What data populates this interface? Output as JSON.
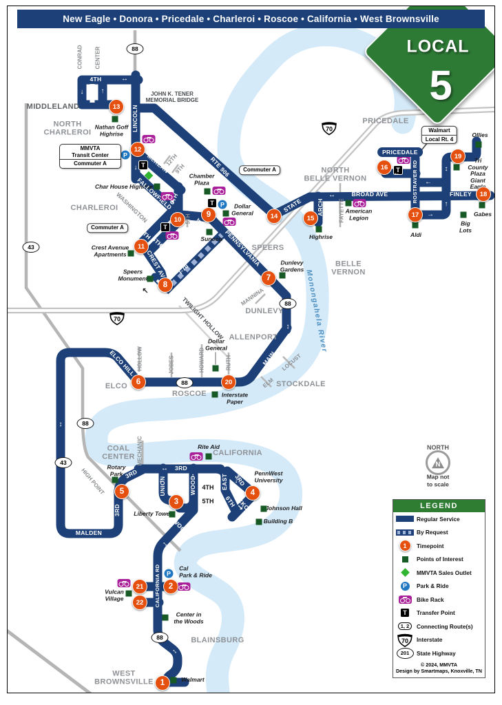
{
  "header": {
    "title": "New Eagle • Donora • Pricedale • Charleroi • Roscoe • California • West Brownsville"
  },
  "badge": {
    "top": "LOCAL",
    "number": "5"
  },
  "north": {
    "label": "NORTH",
    "letter": "N",
    "note": "Map not\nto scale"
  },
  "river": {
    "name": "Monongahela River"
  },
  "bridge": {
    "name": "JOHN K. TENER\nMEMORIAL BRIDGE"
  },
  "areas": {
    "middleland": "MIDDLELAND",
    "north_charleroi": "NORTH\nCHARLEROI",
    "charleroi": "CHARLEROI",
    "pricedale": "PRICEDALE",
    "north_belle_vernon": "NORTH\nBELLE VERNON",
    "belle_vernon": "BELLE\nVERNON",
    "speers": "SPEERS",
    "dunlevy": "DUNLEVY",
    "allenport": "ALLENPORT",
    "stockdale": "STOCKDALE",
    "roscoe": "ROSCOE",
    "elco": "ELCO",
    "coal_center": "COAL\nCENTER",
    "california": "CALIFORNIA",
    "blainsburg": "BLAINSBURG",
    "west_brownsville": "WEST\nBROWNSVILLE"
  },
  "streets": {
    "fourth_loop": "4TH",
    "conrad": "CONRAD",
    "center": "CENTER",
    "lincoln": "LINCOLN",
    "mckean": "McKEAN",
    "twelfth": "12TH",
    "ninth": "9TH",
    "rte906": "RTE 906",
    "fallowfield": "FALLOWFIELD",
    "sixth_a": "6TH",
    "washington": "WASHINGTON",
    "fifth_tick": "5TH",
    "first": "1ST",
    "sixth_b": "6TH",
    "fifth_b": "5TH",
    "crest": "CREST AV",
    "i70": "I-70",
    "pennsylvania": "PENNSYLVANIA",
    "twilight": "TWILIGHT HOLLOW",
    "state": "STATE",
    "arch": "ARCH",
    "fayette": "FAYETTE",
    "broad": "BROAD AVE",
    "rostraver": "ROSTRAVER RD",
    "finley": "FINLEY",
    "mannina": "MANNINA",
    "main": "MAIN",
    "locust": "LOCUST",
    "elm": "ELM",
    "elco_hill": "ELCO HILL",
    "hollow": "HOLLOW",
    "jobes": "JOBES",
    "howard": "HOWARD",
    "ruth": "RUTH",
    "high_point": "HIGH POINT",
    "mechanic": "MECHANIC",
    "third_v": "3RD",
    "third_diag": "3RD",
    "third_h": "3RD",
    "union": "UNION",
    "wood_v": "WOOD",
    "fourth_b": "4TH",
    "fifth_c": "5TH",
    "east": "EAST",
    "third_r": "3RD",
    "sixth_c": "6TH",
    "hickory": "HICKORY",
    "wood_diag": "WOOD",
    "malden": "MALDEN",
    "california_rd": "CALIFORNIA RD"
  },
  "pois": {
    "nathan_goff": "Nathan Goff\nHighrise",
    "char_house": "Char House Highrise",
    "chamber_plaza": "Chamber\nPlaza",
    "dollar_general_1": "Dollar\nGeneral",
    "sunoco": "Sunoco",
    "crest_ave_apts": "Crest Avenue\nApartments",
    "speers_monument": "Speers\nMonument",
    "dunlevy_gardens": "Dunlevy\nGardens",
    "american_legion": "American\nLegion",
    "highrise": "Highrise",
    "aldi": "Aldi",
    "big_lots": "Big\nLots",
    "gabes": "Gabes",
    "tri_county": "Tri County\nPlaza\nGiant Eagle",
    "ollies": "Ollies",
    "dollar_general_2": "Dollar\nGeneral",
    "interstate_paper": "Interstate\nPaper",
    "rite_aid": "Rite Aid",
    "pennwest": "PennWest\nUniversity",
    "johnson_hall": "Johnson Hall",
    "building_b": "Building B",
    "liberty_tower": "Liberty Tower",
    "rotary_park": "Rotary\nPark",
    "vulcan_village": "Vulcan\nVillage",
    "center_woods": "Center in\nthe Woods",
    "cal_park_ride": "Cal\nPark & Ride",
    "walmart": "Walmart"
  },
  "boxes": {
    "transit_l1": "MMVTA",
    "transit_l2": "Transit Center",
    "commuter": "Commuter A",
    "walmart_l1": "Walmart",
    "walmart_l2": "Local Rt. 4",
    "pricedale_plate": "PRICEDALE"
  },
  "shields": {
    "s88": "88",
    "s43": "43",
    "i70": "70",
    "s201": "201"
  },
  "icons": {
    "p": "P",
    "t": "T"
  },
  "timepoints": {
    "t1": "1",
    "t2": "2",
    "t3": "3",
    "t4": "4",
    "t5": "5",
    "t6": "6",
    "t7": "7",
    "t8": "8",
    "t9": "9",
    "t10": "10",
    "t11": "11",
    "t12": "12",
    "t13": "13",
    "t14": "14",
    "t15": "15",
    "t16": "16",
    "t17": "17",
    "t18": "18",
    "t19": "19",
    "t20": "20",
    "t21": "21",
    "t22": "22"
  },
  "legend": {
    "title": "LEGEND",
    "sample_timepoint": "1",
    "connecting": "1, 2",
    "items": [
      "Regular Service",
      "By Request",
      "Timepoint",
      "Points of Interest",
      "MMVTA Sales Outlet",
      "Park & Ride",
      "Bike Rack",
      "Transfer Point",
      "Connecting Route(s)",
      "Interstate",
      "State Highway"
    ],
    "copy": "© 2024, MMVTA\nDesign by Smartmaps, Knoxville, TN"
  }
}
